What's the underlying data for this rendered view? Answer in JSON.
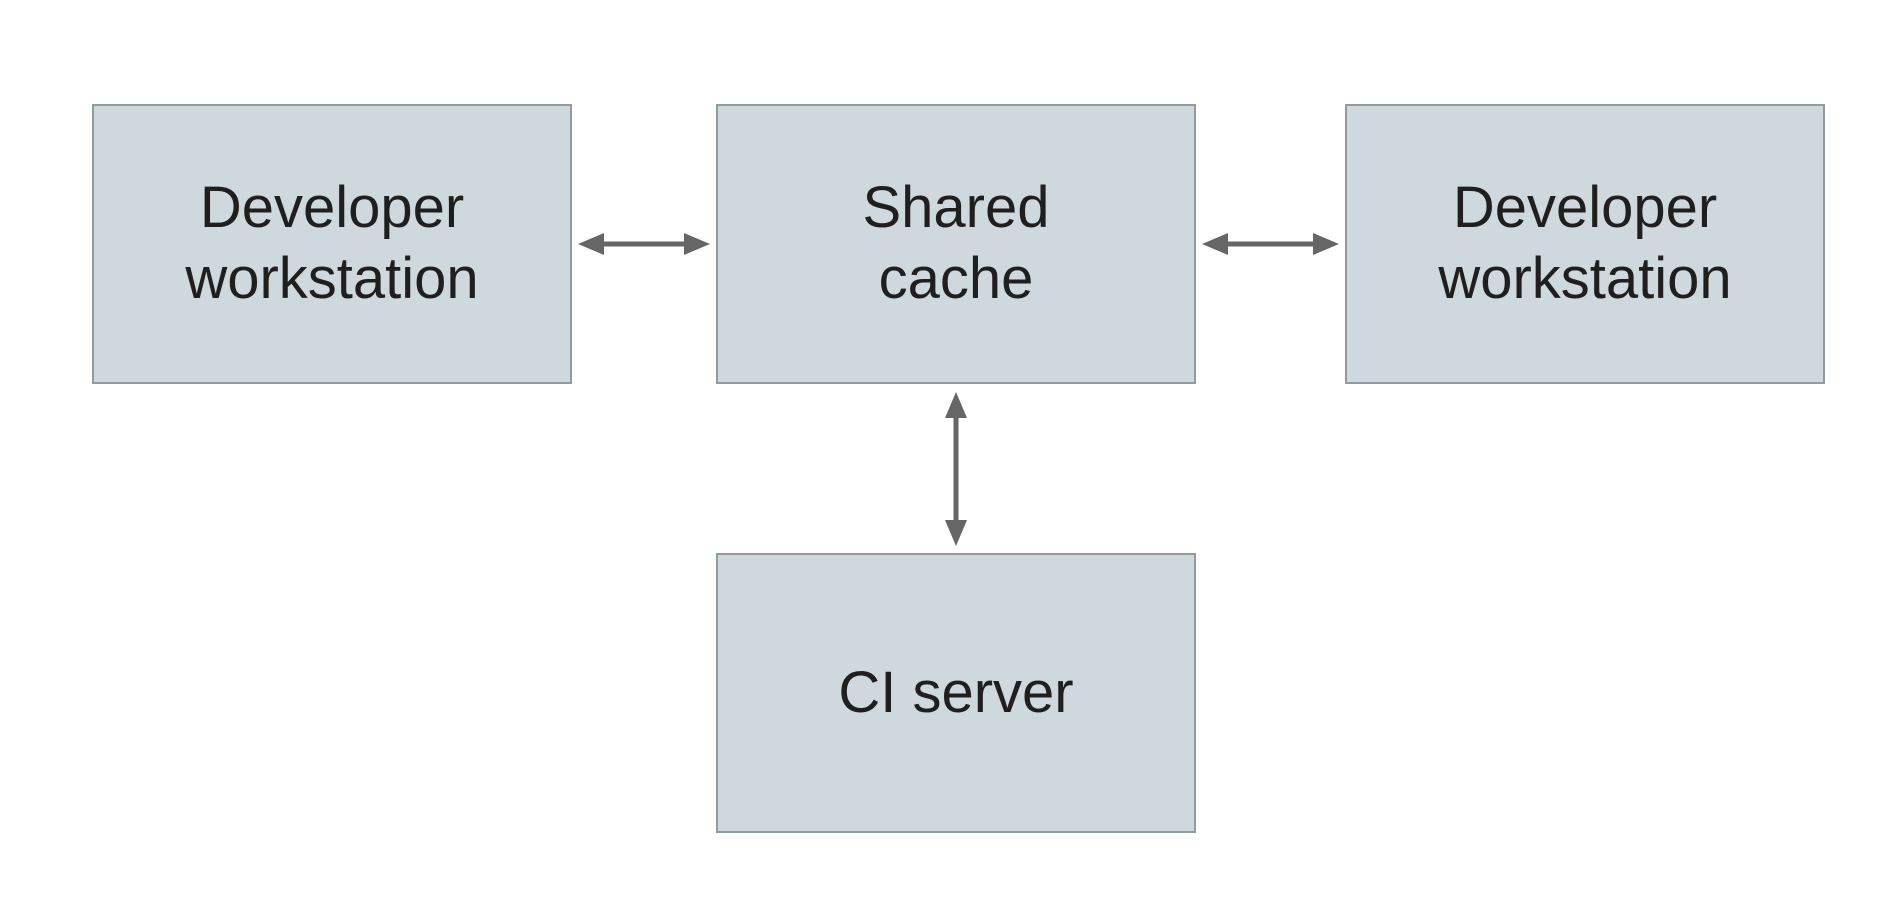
{
  "diagram": {
    "colors": {
      "background": "#ffffff",
      "node-fill": "#cfd8dc",
      "node-border": "#919ca1",
      "arrow-color": "#666666",
      "text-color": "#1f1f1f"
    },
    "nodes": [
      {
        "id": "developer-workstation-left",
        "label": "Developer\nworkstation"
      },
      {
        "id": "shared-cache",
        "label": "Shared\ncache"
      },
      {
        "id": "developer-workstation-right",
        "label": "Developer\nworkstation"
      },
      {
        "id": "ci-server",
        "label": "CI server"
      }
    ],
    "edges": [
      {
        "from": "developer-workstation-left",
        "to": "shared-cache",
        "type": "bidirectional"
      },
      {
        "from": "developer-workstation-right",
        "to": "shared-cache",
        "type": "bidirectional"
      },
      {
        "from": "ci-server",
        "to": "shared-cache",
        "type": "bidirectional"
      }
    ]
  }
}
